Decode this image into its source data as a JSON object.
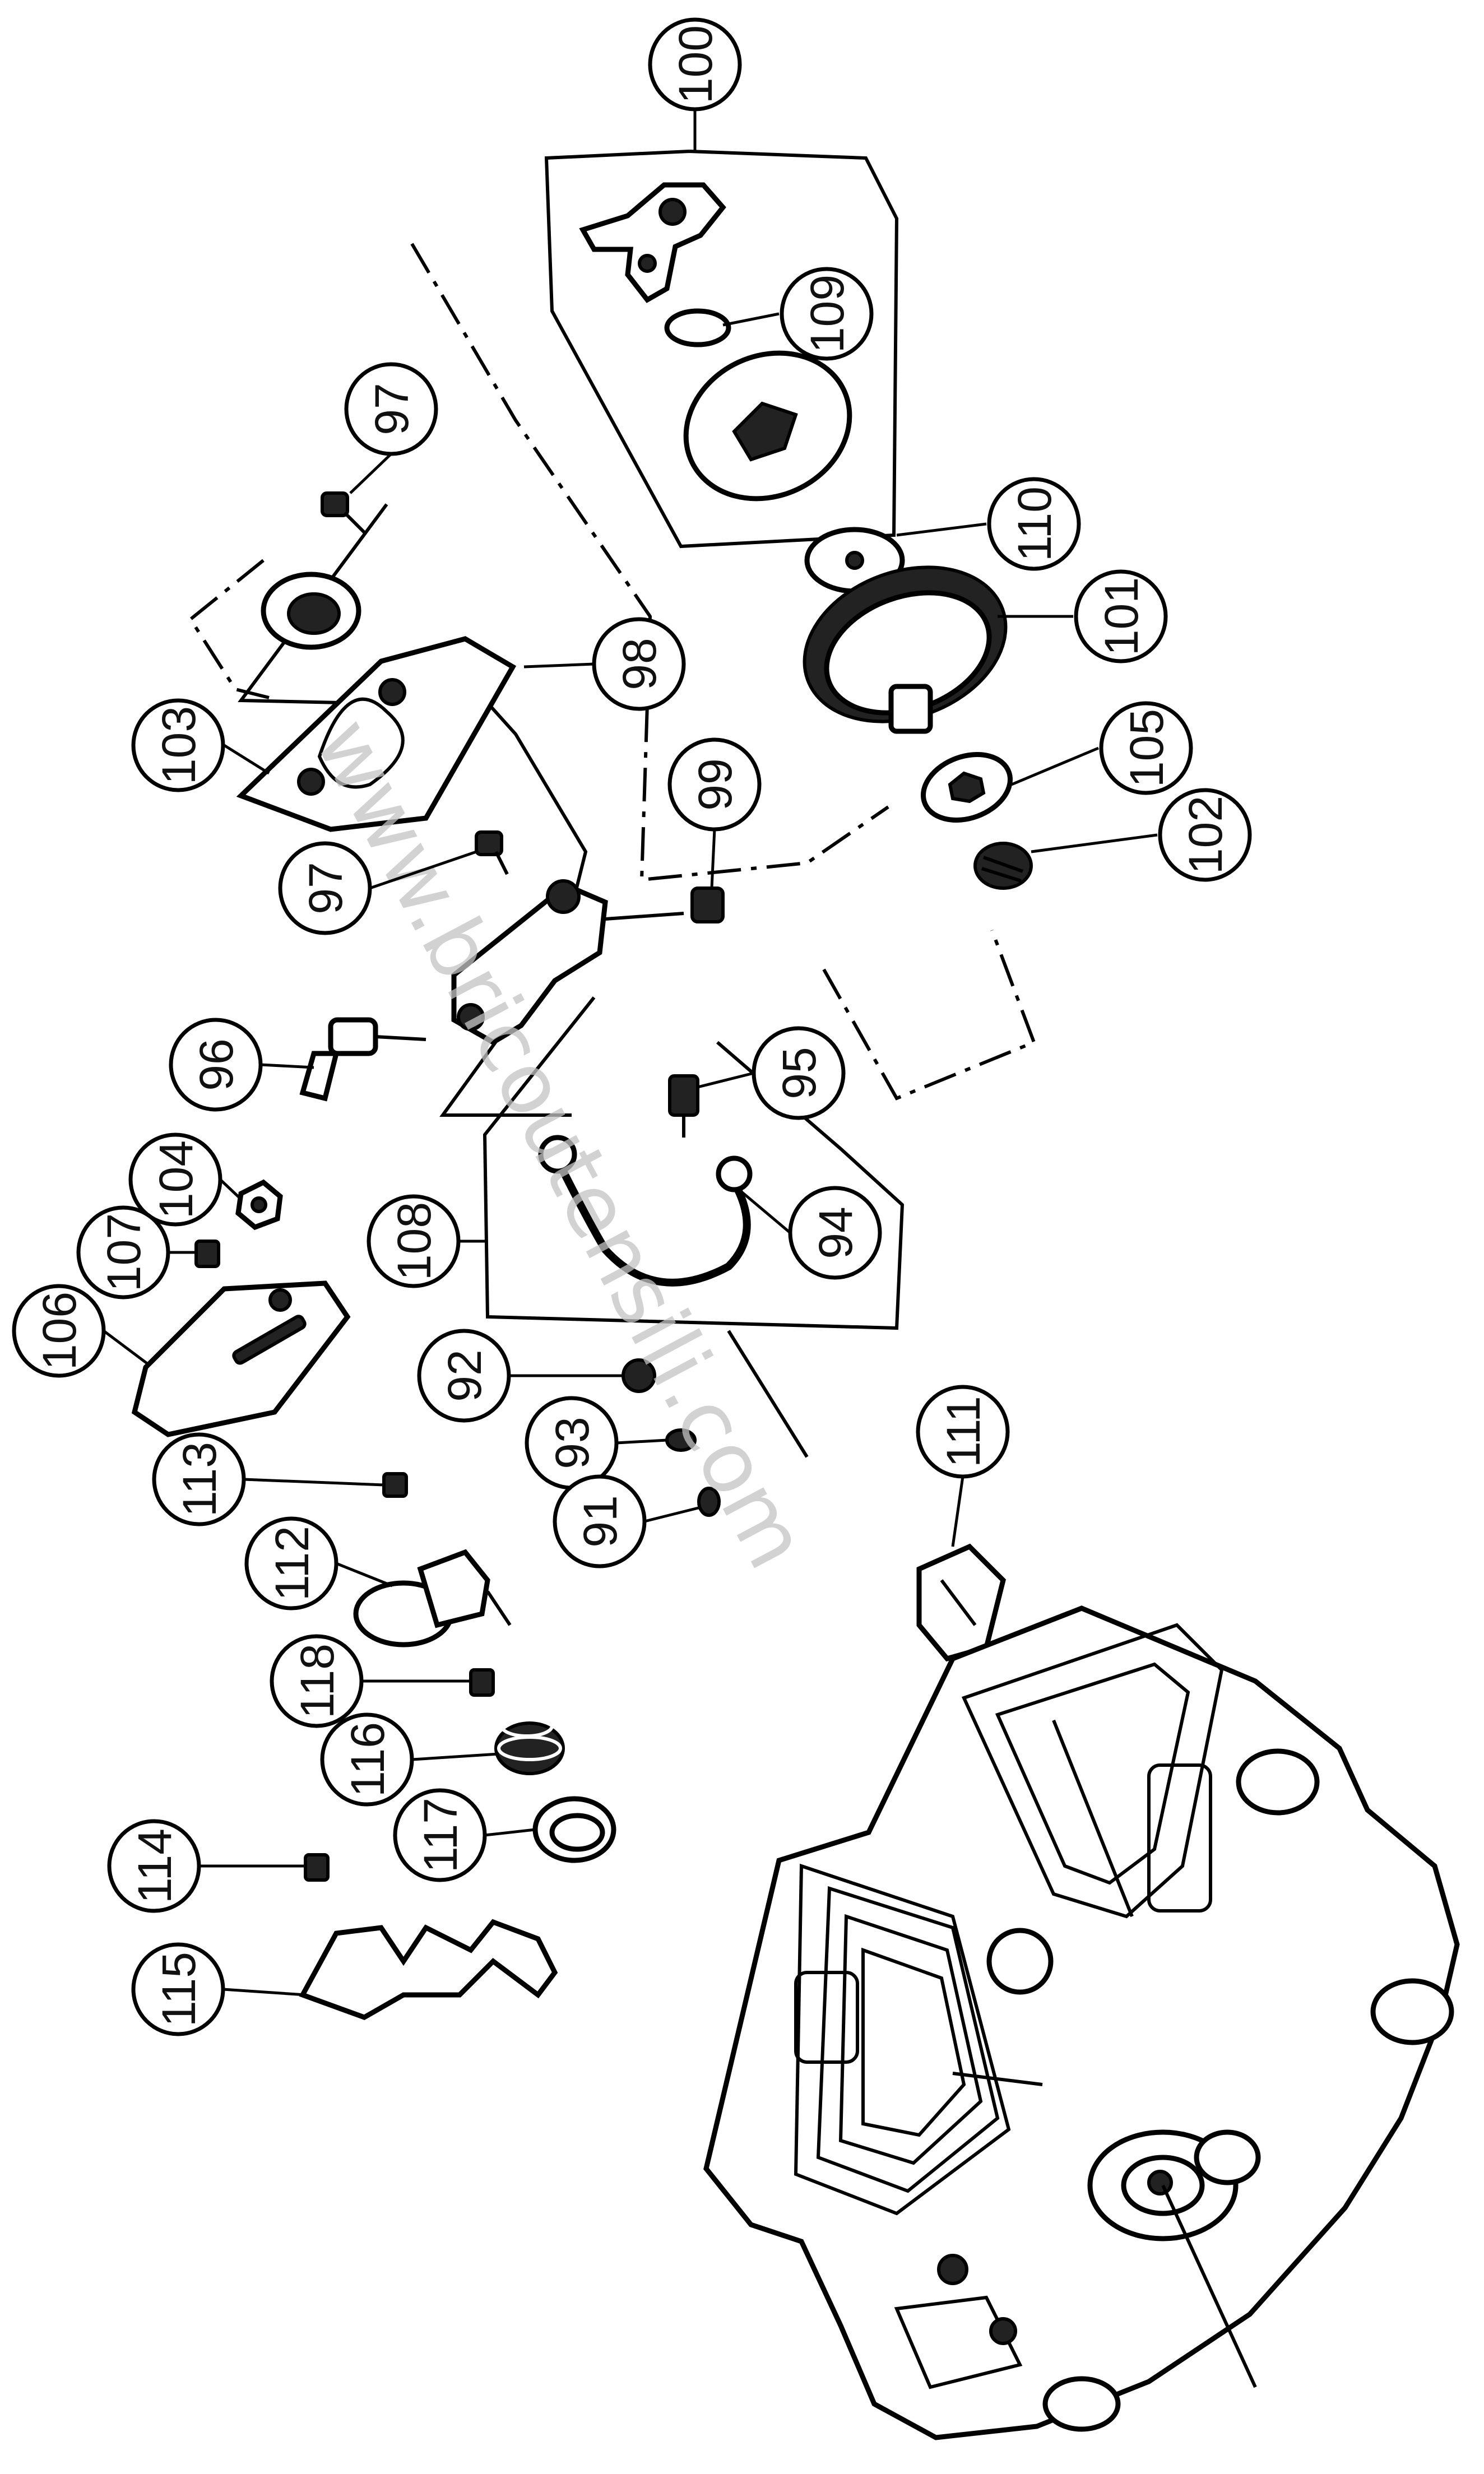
{
  "watermark": "www.bricoutensili.com",
  "callouts": [
    {
      "id": "100",
      "label": "100"
    },
    {
      "id": "109",
      "label": "109"
    },
    {
      "id": "110",
      "label": "110"
    },
    {
      "id": "101",
      "label": "101"
    },
    {
      "id": "105",
      "label": "105"
    },
    {
      "id": "102",
      "label": "102"
    },
    {
      "id": "97a",
      "label": "97"
    },
    {
      "id": "98",
      "label": "98"
    },
    {
      "id": "103",
      "label": "103"
    },
    {
      "id": "99",
      "label": "99"
    },
    {
      "id": "97b",
      "label": "97"
    },
    {
      "id": "96",
      "label": "96"
    },
    {
      "id": "95",
      "label": "95"
    },
    {
      "id": "94",
      "label": "94"
    },
    {
      "id": "108",
      "label": "108"
    },
    {
      "id": "104",
      "label": "104"
    },
    {
      "id": "107",
      "label": "107"
    },
    {
      "id": "106",
      "label": "106"
    },
    {
      "id": "92",
      "label": "92"
    },
    {
      "id": "93",
      "label": "93"
    },
    {
      "id": "91",
      "label": "91"
    },
    {
      "id": "113",
      "label": "113"
    },
    {
      "id": "112",
      "label": "112"
    },
    {
      "id": "111",
      "label": "111"
    },
    {
      "id": "118",
      "label": "118"
    },
    {
      "id": "116",
      "label": "116"
    },
    {
      "id": "117",
      "label": "117"
    },
    {
      "id": "114",
      "label": "114"
    },
    {
      "id": "115",
      "label": "115"
    }
  ]
}
